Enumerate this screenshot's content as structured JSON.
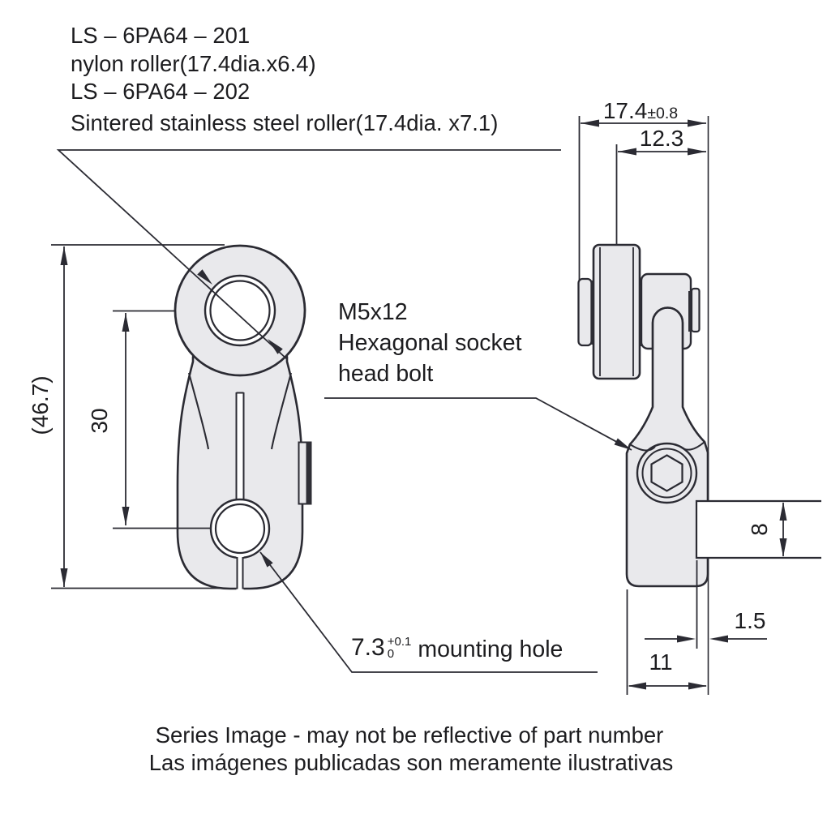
{
  "colors": {
    "line": "#2b2b33",
    "fill": "#e9e9ec",
    "dark": "#2f2f36",
    "text": "#1c1c1f"
  },
  "part_labels": {
    "line1": "LS – 6PA64 – 201",
    "line2": "nylon roller(17.4dia.x6.4)",
    "line3": "LS – 6PA64 – 202",
    "line4": "Sintered stainless steel roller(17.4dia. x7.1)"
  },
  "bolt_note": {
    "line1": "M5x12",
    "line2": "Hexagonal socket",
    "line3": "head bolt"
  },
  "mounting_hole_note": {
    "value": "7.3",
    "tol_upper": "+0.1",
    "tol_lower": "0",
    "label": "mounting hole"
  },
  "dimensions": {
    "overall_width": "17.4",
    "overall_width_tol": "±0.8",
    "roller_to_face": "12.3",
    "overall_length": "(46.7)",
    "center_spacing": "30",
    "plate_thickness": "8",
    "face_offset": "1.5",
    "lever_thickness": "11"
  },
  "footer": {
    "line1": "Series Image - may not be reflective of part number",
    "line2": "Las imágenes publicadas son meramente ilustrativas"
  }
}
